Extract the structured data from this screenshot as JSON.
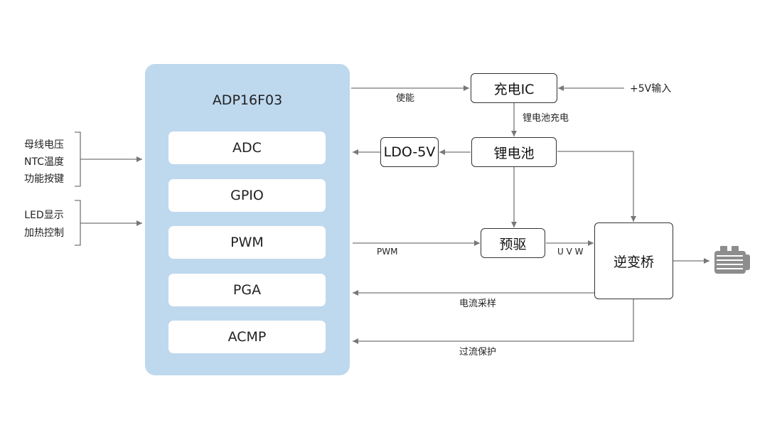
{
  "mcu": {
    "title": "ADP16F03",
    "modules": [
      "ADC",
      "GPIO",
      "PWM",
      "PGA",
      "ACMP"
    ]
  },
  "blocks": {
    "charge_ic": "充电IC",
    "battery": "锂电池",
    "ldo": "LDO-5V",
    "predriver": "预驱",
    "inverter": "逆变桥"
  },
  "labels": {
    "enable": "使能",
    "input_5v": "+5V输入",
    "battery_charge": "锂电池充电",
    "pwm": "PWM",
    "uvw": "U V W",
    "current_sampling": "电流采样",
    "overcurrent_protection": "过流保护"
  },
  "inputs": {
    "group1": [
      "母线电压",
      "NTC温度",
      "功能按键"
    ],
    "group2": [
      "LED显示",
      "加热控制"
    ]
  },
  "colors": {
    "mcu_fill": "#bed8ee",
    "line": "#777777",
    "box_border": "#333333"
  },
  "icons": {
    "motor": "motor-icon"
  }
}
